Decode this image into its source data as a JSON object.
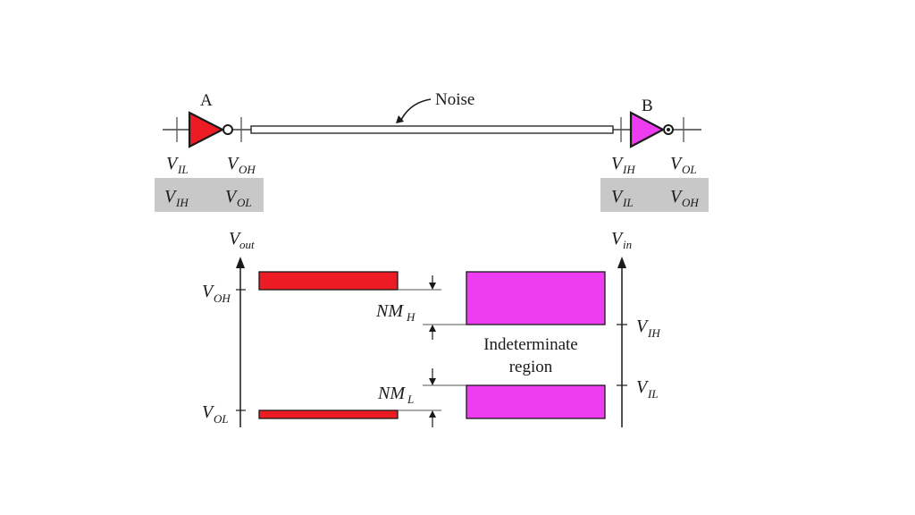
{
  "colors": {
    "gate_a_fill": "#ed1c24",
    "gate_b_fill": "#ee3cf0",
    "output_bar_fill": "#ed1c24",
    "input_box_fill": "#ee3cf0",
    "highlight_box": "#c8c8c8",
    "stroke": "#1a1a1a"
  },
  "gates": {
    "a": {
      "label": "A"
    },
    "b": {
      "label": "B"
    }
  },
  "wire": {
    "noise_label": "Noise"
  },
  "gate_a_terminals": {
    "input": {
      "main": "V",
      "sub": "IL"
    },
    "output": {
      "main": "V",
      "sub": "OH"
    },
    "alt_input": {
      "main": "V",
      "sub": "IH"
    },
    "alt_output": {
      "main": "V",
      "sub": "OL"
    }
  },
  "gate_b_terminals": {
    "input": {
      "main": "V",
      "sub": "IH"
    },
    "output": {
      "main": "V",
      "sub": "OL"
    },
    "alt_input": {
      "main": "V",
      "sub": "IL"
    },
    "alt_output": {
      "main": "V",
      "sub": "OH"
    }
  },
  "output_axis": {
    "title": {
      "main": "V",
      "sub": "out"
    },
    "ticks": [
      {
        "main": "V",
        "sub": "OH"
      },
      {
        "main": "V",
        "sub": "OL"
      }
    ]
  },
  "input_axis": {
    "title": {
      "main": "V",
      "sub": "in"
    },
    "ticks": [
      {
        "main": "V",
        "sub": "IH"
      },
      {
        "main": "V",
        "sub": "IL"
      }
    ]
  },
  "margins": {
    "high": {
      "main": "NM",
      "sub": "H"
    },
    "low": {
      "main": "NM",
      "sub": "L"
    }
  },
  "indeterminate": {
    "line1": "Indeterminate",
    "line2": "region"
  }
}
